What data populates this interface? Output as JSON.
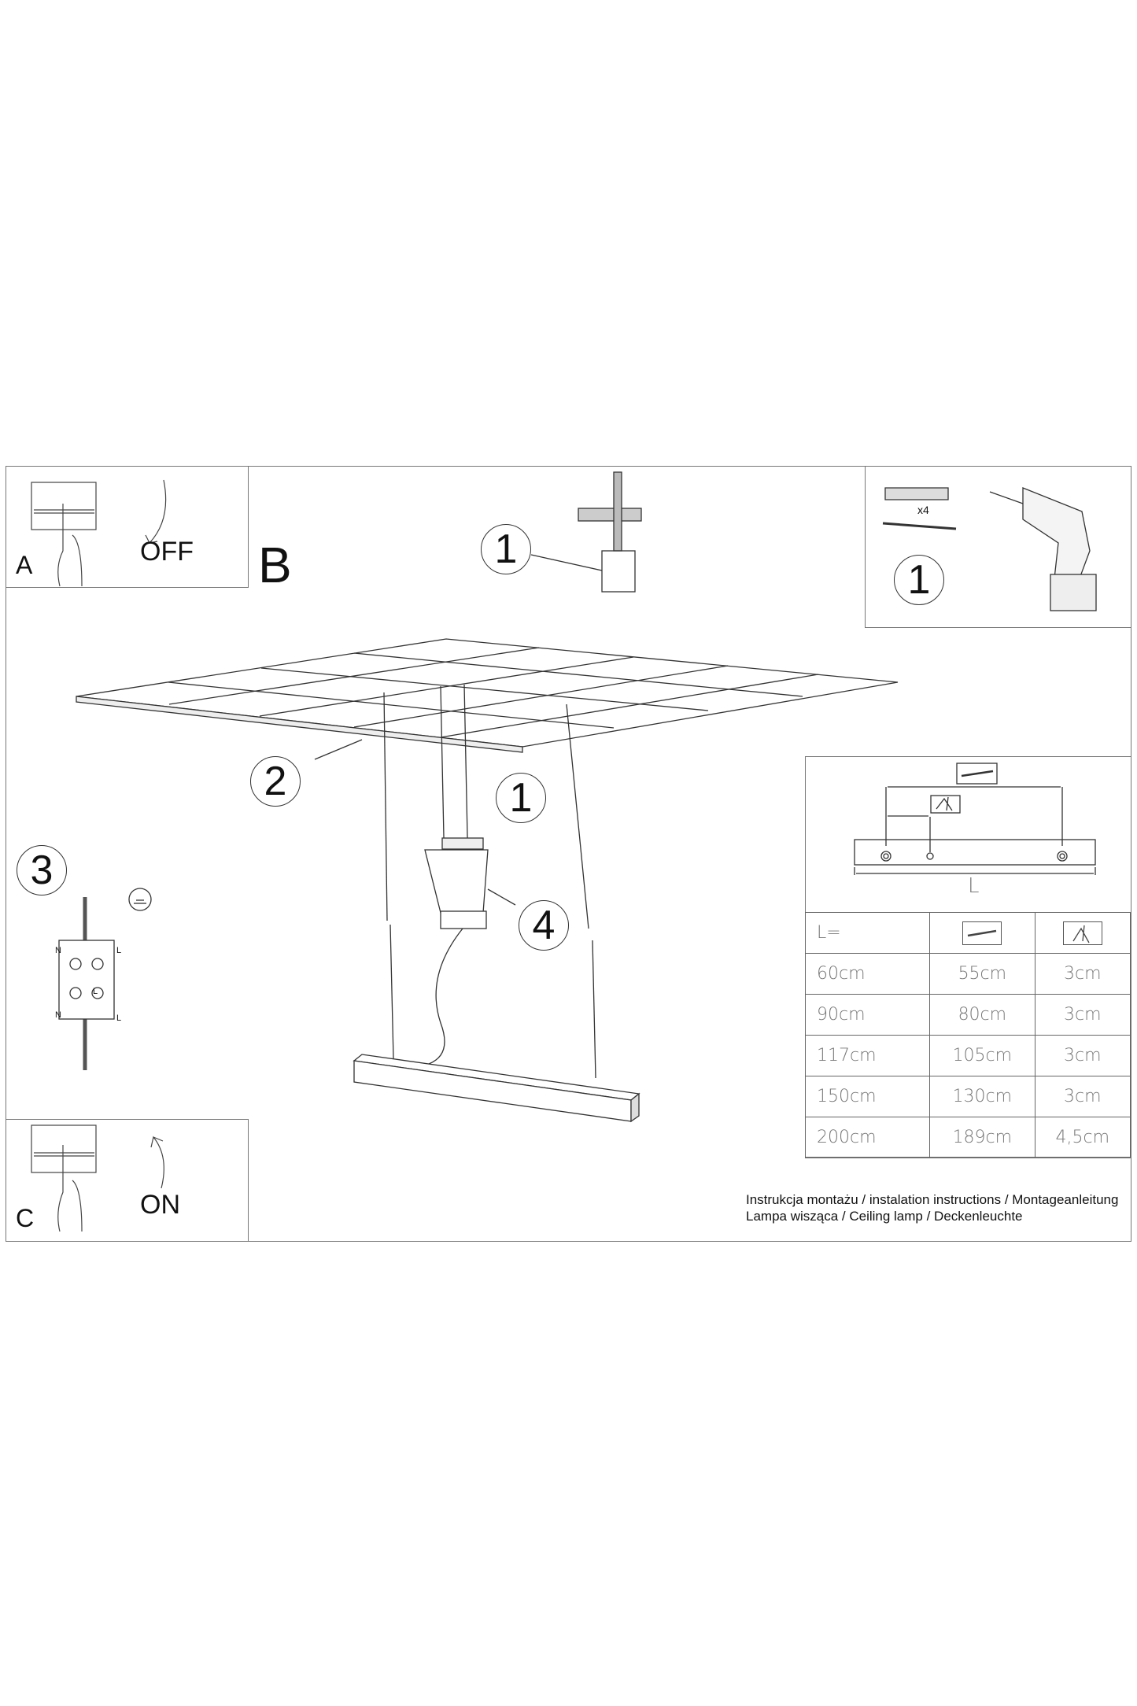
{
  "panel_a": {
    "letter": "A",
    "state": "OFF"
  },
  "panel_b": {
    "letter": "B"
  },
  "panel_c": {
    "letter": "C",
    "state": "ON"
  },
  "callouts": {
    "top_anchor": "1",
    "drill_kit": "1",
    "ceiling": "2",
    "screws": "1",
    "wiring": "3",
    "canopy": "4"
  },
  "drill_kit": {
    "quantity": "x4"
  },
  "wiring": {
    "labels": [
      "N",
      "L",
      "L",
      "N",
      "L"
    ]
  },
  "dimension": {
    "length_label": "L"
  },
  "table": {
    "header_label": "L=",
    "header_icons": [
      "screw-icon",
      "hook-icon"
    ],
    "rows": [
      {
        "length": "60cm",
        "screw_spacing": "55cm",
        "hook_offset": "3cm"
      },
      {
        "length": "90cm",
        "screw_spacing": "80cm",
        "hook_offset": "3cm"
      },
      {
        "length": "117cm",
        "screw_spacing": "105cm",
        "hook_offset": "3cm"
      },
      {
        "length": "150cm",
        "screw_spacing": "130cm",
        "hook_offset": "3cm"
      },
      {
        "length": "200cm",
        "screw_spacing": "189cm",
        "hook_offset": "4,5cm"
      }
    ]
  },
  "footer": {
    "line1": "Instrukcja montażu / instalation instructions / Montageanleitung",
    "line2": "Lampa wisząca / Ceiling lamp / Deckenleuchte"
  }
}
